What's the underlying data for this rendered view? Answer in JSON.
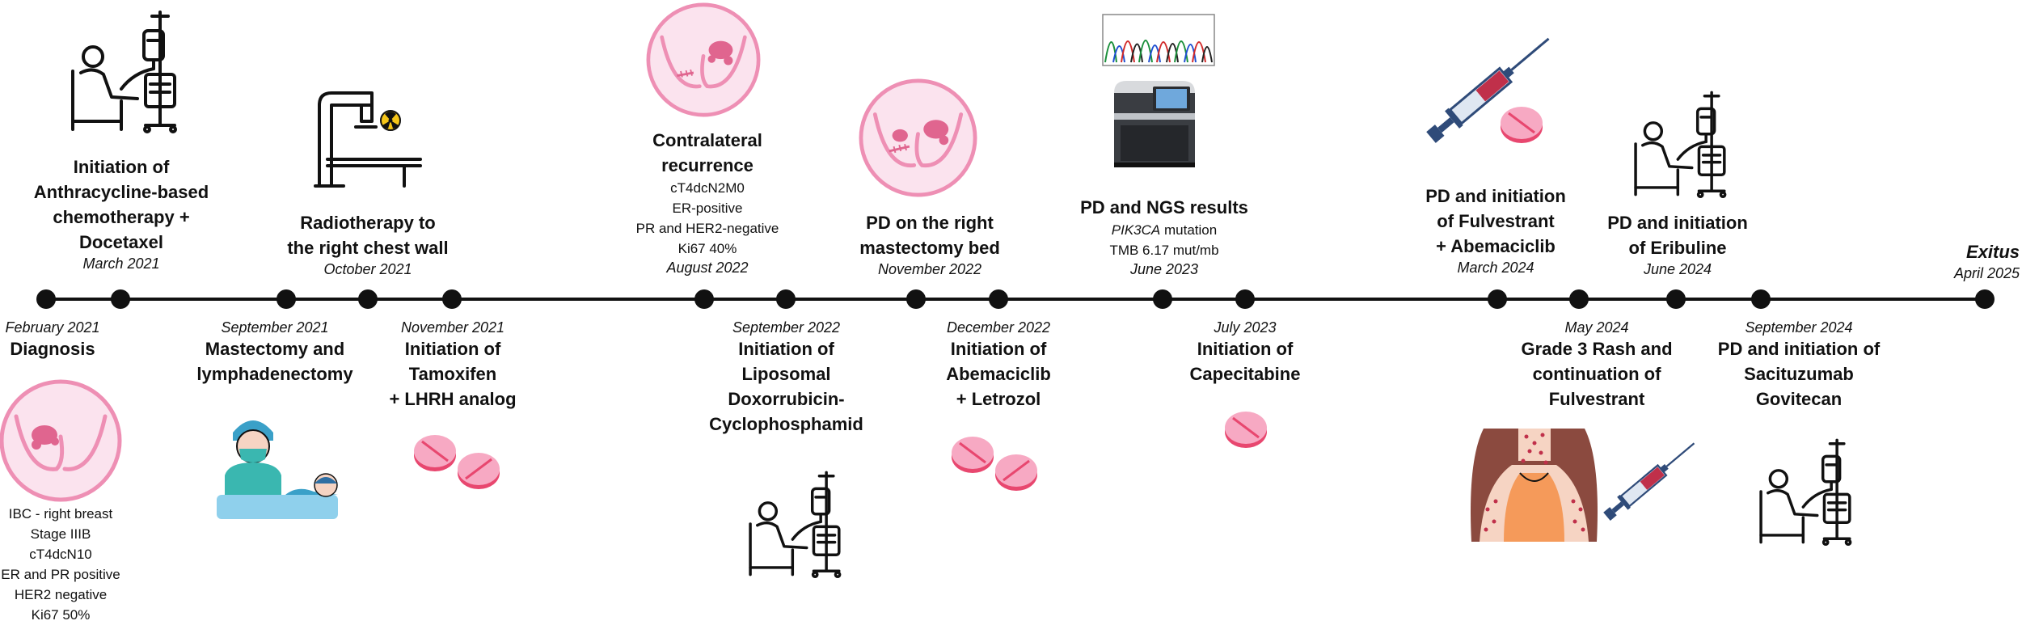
{
  "events": [
    {
      "id": "feb21",
      "date": "February 2021",
      "title": [
        "Diagnosis"
      ],
      "details": [
        "IBC - right breast",
        "Stage IIIB",
        "cT4dcN10",
        "ER and PR positive",
        "HER2 negative",
        "Ki67 50%"
      ]
    },
    {
      "id": "mar21",
      "date": "March 2021",
      "title": [
        "Initiation of",
        "Anthracycline-based",
        "chemotherapy +",
        "Docetaxel"
      ]
    },
    {
      "id": "sep21",
      "date": "September 2021",
      "title": [
        "Mastectomy and",
        "lymphadenectomy"
      ]
    },
    {
      "id": "oct21",
      "date": "October 2021",
      "title": [
        "Radiotherapy to",
        "the right chest wall"
      ]
    },
    {
      "id": "nov21",
      "date": "November 2021",
      "title": [
        "Initiation of",
        "Tamoxifen",
        "+ LHRH analog"
      ]
    },
    {
      "id": "aug22",
      "date": "August 2022",
      "title": [
        "Contralateral",
        "recurrence"
      ],
      "details": [
        "cT4dcN2M0",
        "ER-positive",
        "PR and HER2-negative",
        "Ki67 40%"
      ]
    },
    {
      "id": "sep22",
      "date": "September 2022",
      "title": [
        "Initiation of",
        "Liposomal",
        "Doxorrubicin-",
        "Cyclophosphamid"
      ]
    },
    {
      "id": "nov22",
      "date": "November 2022",
      "title": [
        "PD on the right",
        "mastectomy bed"
      ]
    },
    {
      "id": "dec22",
      "date": "December 2022",
      "title": [
        "Initiation of",
        "Abemaciclib",
        "+ Letrozol"
      ]
    },
    {
      "id": "jun23",
      "date": "June 2023",
      "title": [
        "PD and NGS results"
      ],
      "details_italic_prefix": "PIK3CA",
      "details_rest": " mutation",
      "details": [
        "TMB 6.17 mut/mb"
      ]
    },
    {
      "id": "jul23",
      "date": "July 2023",
      "title": [
        "Initiation of",
        "Capecitabine"
      ]
    },
    {
      "id": "mar24",
      "date": "March 2024",
      "title": [
        "PD and initiation",
        "of Fulvestrant",
        "+ Abemaciclib"
      ]
    },
    {
      "id": "may24",
      "date": "May 2024",
      "title": [
        "Grade 3 Rash and",
        "continuation of",
        "Fulvestrant"
      ]
    },
    {
      "id": "jun24",
      "date": "June 2024",
      "title": [
        "PD and initiation",
        "of Eribuline"
      ]
    },
    {
      "id": "sep24",
      "date": "September 2024",
      "title": [
        "PD and initiation of",
        "Sacituzumab",
        "Govitecan"
      ]
    },
    {
      "id": "apr25",
      "date": "April 2025",
      "title": [
        "Exitus"
      ]
    }
  ],
  "colors": {
    "line": "#111111",
    "pink": "#ee8fb4",
    "pink_light": "#fbe3ee",
    "pink_dark": "#e0658f",
    "pill_light": "#f7a9c3",
    "pill_dark": "#e8476f",
    "syringe": "#2f4b79",
    "orange": "#f59a5a",
    "hair": "#8b4a3f",
    "skin": "#f6d4c3"
  },
  "icons": [
    "iv-chemo-icon",
    "radiotherapy-machine-icon",
    "breast-icon",
    "surgery-icon",
    "pill-icon",
    "syringe-icon",
    "ngs-sequencer-icon",
    "chromatogram-icon",
    "rash-patient-icon"
  ]
}
